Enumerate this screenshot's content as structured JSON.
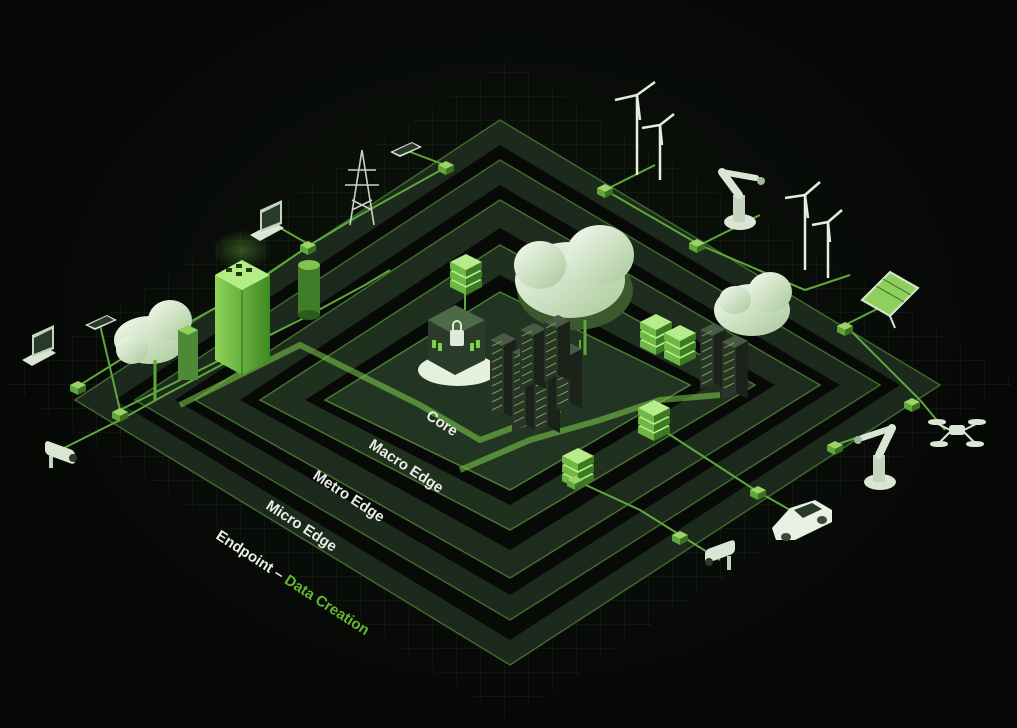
{
  "labels": {
    "core": "Core",
    "macro_edge": "Macro Edge",
    "metro_edge": "Metro Edge",
    "micro_edge": "Micro Edge",
    "endpoint": "Endpoint",
    "endpoint_separator": " – ",
    "data_creation": "Data Creation"
  },
  "colors": {
    "background": "#060806",
    "ring_fill": "#17231a",
    "ring_edge": "#3f6b2c",
    "accent": "#76b900",
    "accent_soft": "#9fd36a",
    "line": "#5fa83a",
    "device": "#d9e6d3"
  },
  "icons": [
    "laptop-icon",
    "smartphone-icon",
    "security-camera-icon",
    "power-tower-icon",
    "wind-turbine-icon",
    "robot-arm-icon",
    "solar-panel-icon",
    "drone-icon",
    "car-icon",
    "cloud-icon",
    "server-rack-icon",
    "data-center-building-icon",
    "secure-data-center-icon",
    "storage-node-icon"
  ]
}
